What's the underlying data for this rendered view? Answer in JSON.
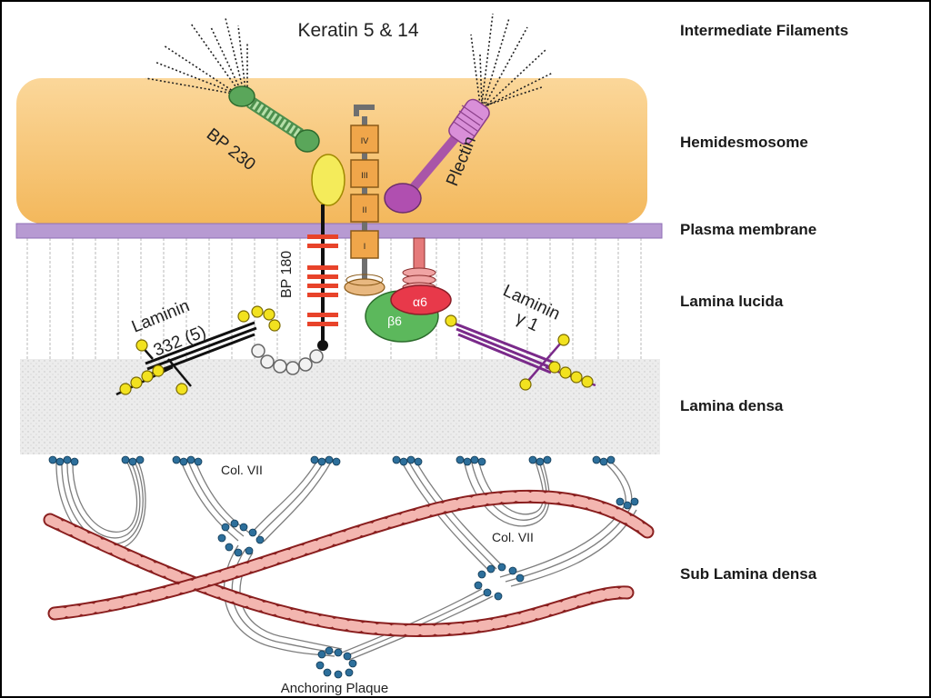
{
  "layers": [
    {
      "label": "Intermediate Filaments"
    },
    {
      "label": "Hemidesmosome"
    },
    {
      "label": "Plasma membrane"
    },
    {
      "label": "Lamina lucida"
    },
    {
      "label": "Lamina densa"
    },
    {
      "label": "Sub Lamina densa"
    }
  ],
  "proteins": {
    "keratin": "Keratin 5 & 14",
    "bp230": "BP 230",
    "plectin": "Plectin",
    "bp180": "BP 180",
    "laminin332_name": "Laminin",
    "laminin332_number": "332 (5)",
    "laminin_g1_name": "Laminin",
    "laminin_g1_chain": "γ 1",
    "alpha6": "α6",
    "beta6": "β6",
    "domain_iv": "IV",
    "domain_iii": "III",
    "domain_ii": "II",
    "domain_i": "I",
    "col7_left": "Col. VII",
    "col7_right": "Col. VII",
    "anchoring_plaque": "Anchoring Plaque"
  },
  "colors": {
    "hemidesmosome_fill": "#f6c77a",
    "membrane": "#a98ac9",
    "lamina_densa": "#e6e6e6",
    "bp230": "#5aa65a",
    "bp180_stripes": "#e8432a",
    "plectin": "#c26bc4",
    "integrin_alpha6": "#e8394a",
    "integrin_beta6": "#5cb85c",
    "laminin_globule": "#f2e21f",
    "collagen_fibril": "#c9403f",
    "anchoring_dots": "#1e5f8a"
  }
}
